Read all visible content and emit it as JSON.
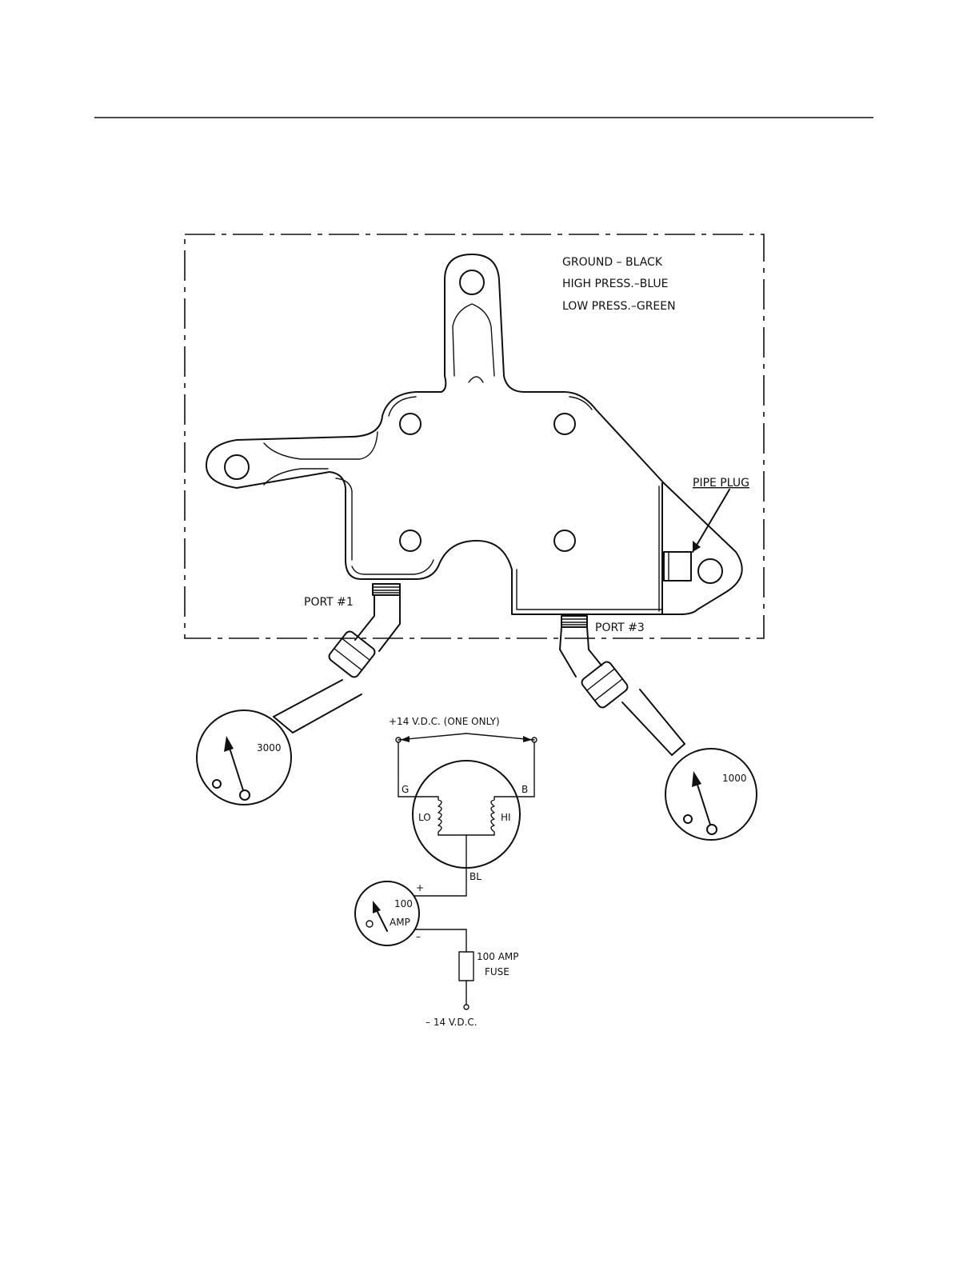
{
  "legend": {
    "ground": "GROUND – BLACK",
    "high": "HIGH PRESS.–BLUE",
    "low": "LOW PRESS.–GREEN"
  },
  "labels": {
    "pipe_plug": "PIPE PLUG",
    "port1": "PORT #1",
    "port3": "PORT #3"
  },
  "gauges": {
    "left_value": "3000",
    "right_value": "1000"
  },
  "circuit": {
    "supply_positive": "+14 V.D.C.  (ONE ONLY)",
    "terminal_g": "G",
    "terminal_b": "B",
    "coil_lo": "LO",
    "coil_hi": "HI",
    "terminal_bl": "BL",
    "plus_sign": "+",
    "minus_sign": "–",
    "ammeter_value": "100",
    "ammeter_unit": "AMP",
    "fuse_label_1": "100 AMP",
    "fuse_label_2": "FUSE",
    "supply_negative": "– 14 V.D.C."
  },
  "colors": {
    "line": "#111111",
    "background": "#ffffff"
  }
}
